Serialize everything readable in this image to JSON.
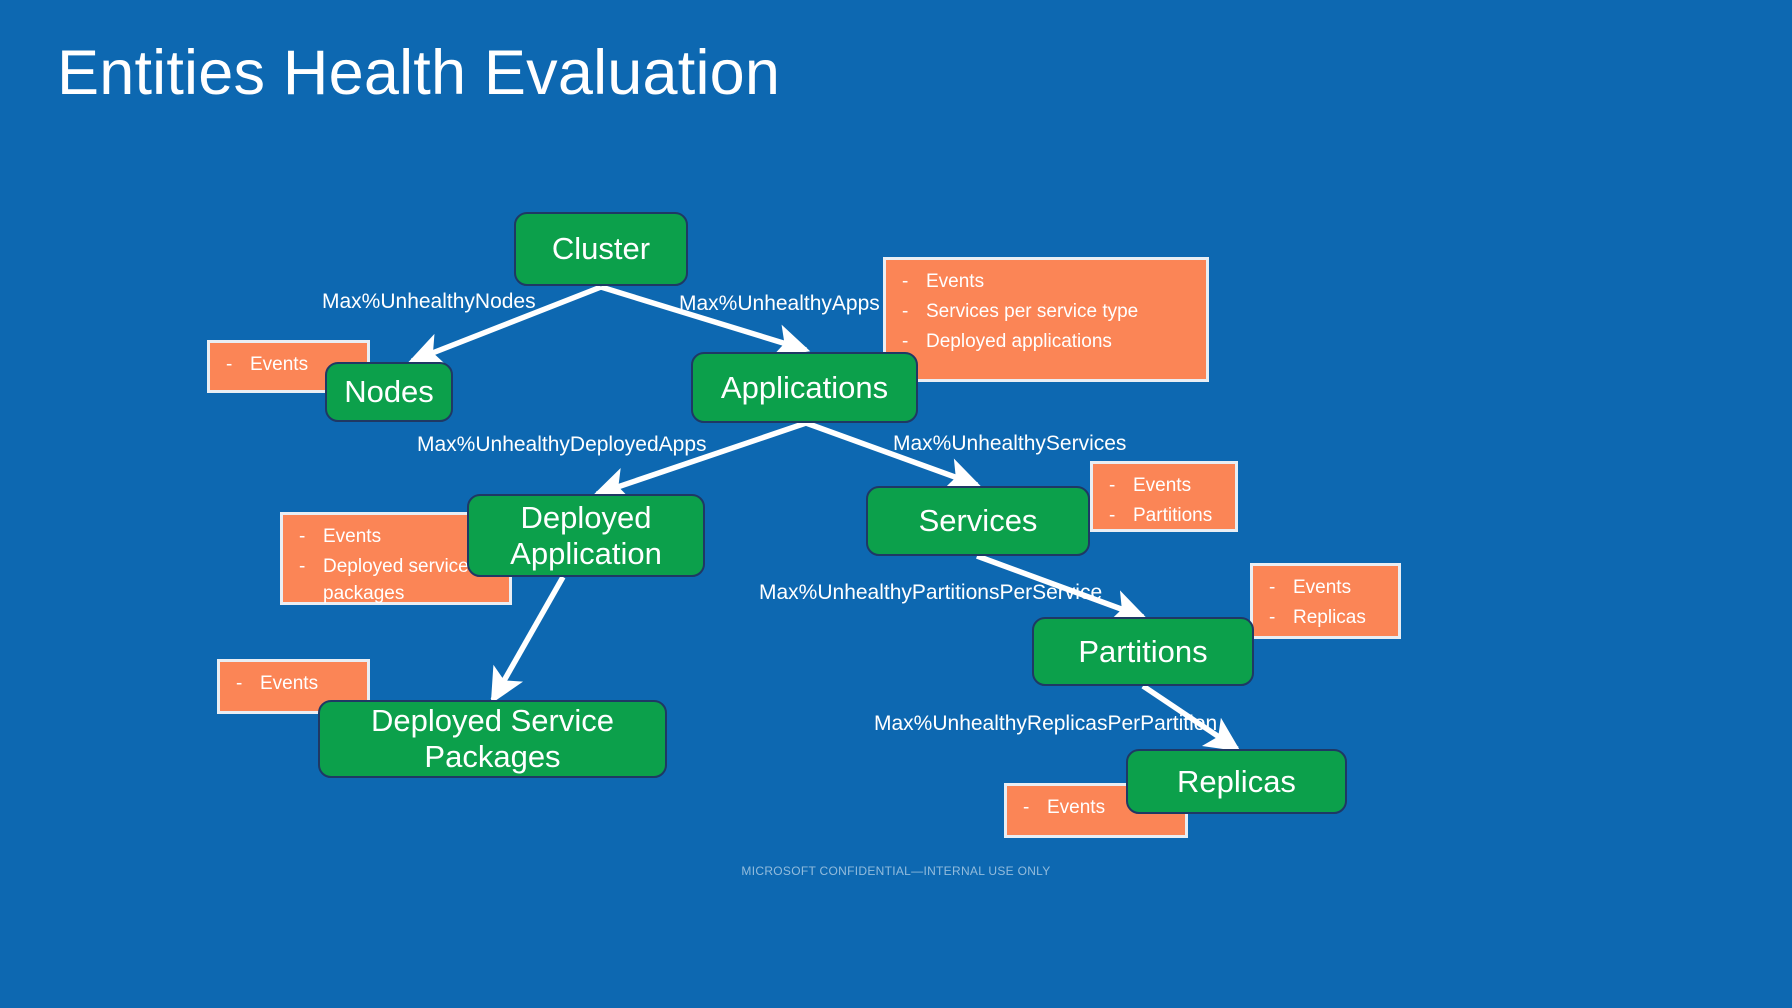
{
  "slide": {
    "title": "Entities Health Evaluation",
    "footer": "MICROSOFT CONFIDENTIAL—INTERNAL USE ONLY",
    "background_color": "#0d68b1",
    "entity_color": "#0ca04b",
    "entity_border_color": "#1f3864",
    "callout_color": "#fb8556",
    "callout_border_color": "#e9eef4",
    "arrow_color": "#ffffff",
    "text_color": "#ffffff"
  },
  "entities": [
    {
      "id": "cluster",
      "label": "Cluster"
    },
    {
      "id": "nodes",
      "label": "Nodes"
    },
    {
      "id": "applications",
      "label": "Applications"
    },
    {
      "id": "deployed-application",
      "label": "Deployed Application"
    },
    {
      "id": "services",
      "label": "Services"
    },
    {
      "id": "deployed-service-packages",
      "label": "Deployed Service Packages"
    },
    {
      "id": "partitions",
      "label": "Partitions"
    },
    {
      "id": "replicas",
      "label": "Replicas"
    }
  ],
  "edges": [
    {
      "id": "cluster-nodes",
      "from": "cluster",
      "to": "nodes",
      "label": "Max%UnhealthyNodes"
    },
    {
      "id": "cluster-applications",
      "from": "cluster",
      "to": "applications",
      "label": "Max%UnhealthyApps"
    },
    {
      "id": "apps-deployed-app",
      "from": "applications",
      "to": "deployed-application",
      "label": "Max%UnhealthyDeployedApps"
    },
    {
      "id": "apps-services",
      "from": "applications",
      "to": "services",
      "label": "Max%UnhealthyServices"
    },
    {
      "id": "deployed-app-packages",
      "from": "deployed-application",
      "to": "deployed-service-packages",
      "label": ""
    },
    {
      "id": "services-partitions",
      "from": "services",
      "to": "partitions",
      "label": "Max%UnhealthyPartitionsPerService"
    },
    {
      "id": "partitions-replicas",
      "from": "partitions",
      "to": "replicas",
      "label": "Max%UnhealthyReplicasPerPartition"
    }
  ],
  "callouts": [
    {
      "id": "nodes-callout",
      "for": "nodes",
      "items": [
        "Events"
      ]
    },
    {
      "id": "applications-callout",
      "for": "applications",
      "items": [
        "Events",
        "Services per service type",
        "Deployed applications"
      ]
    },
    {
      "id": "deployed-app-callout",
      "for": "deployed-application",
      "items": [
        "Events",
        "Deployed service packages"
      ]
    },
    {
      "id": "services-callout",
      "for": "services",
      "items": [
        "Events",
        "Partitions"
      ]
    },
    {
      "id": "packages-callout",
      "for": "deployed-service-packages",
      "items": [
        "Events"
      ]
    },
    {
      "id": "partitions-callout",
      "for": "partitions",
      "items": [
        "Events",
        "Replicas"
      ]
    },
    {
      "id": "replicas-callout",
      "for": "replicas",
      "items": [
        "Events"
      ]
    }
  ]
}
